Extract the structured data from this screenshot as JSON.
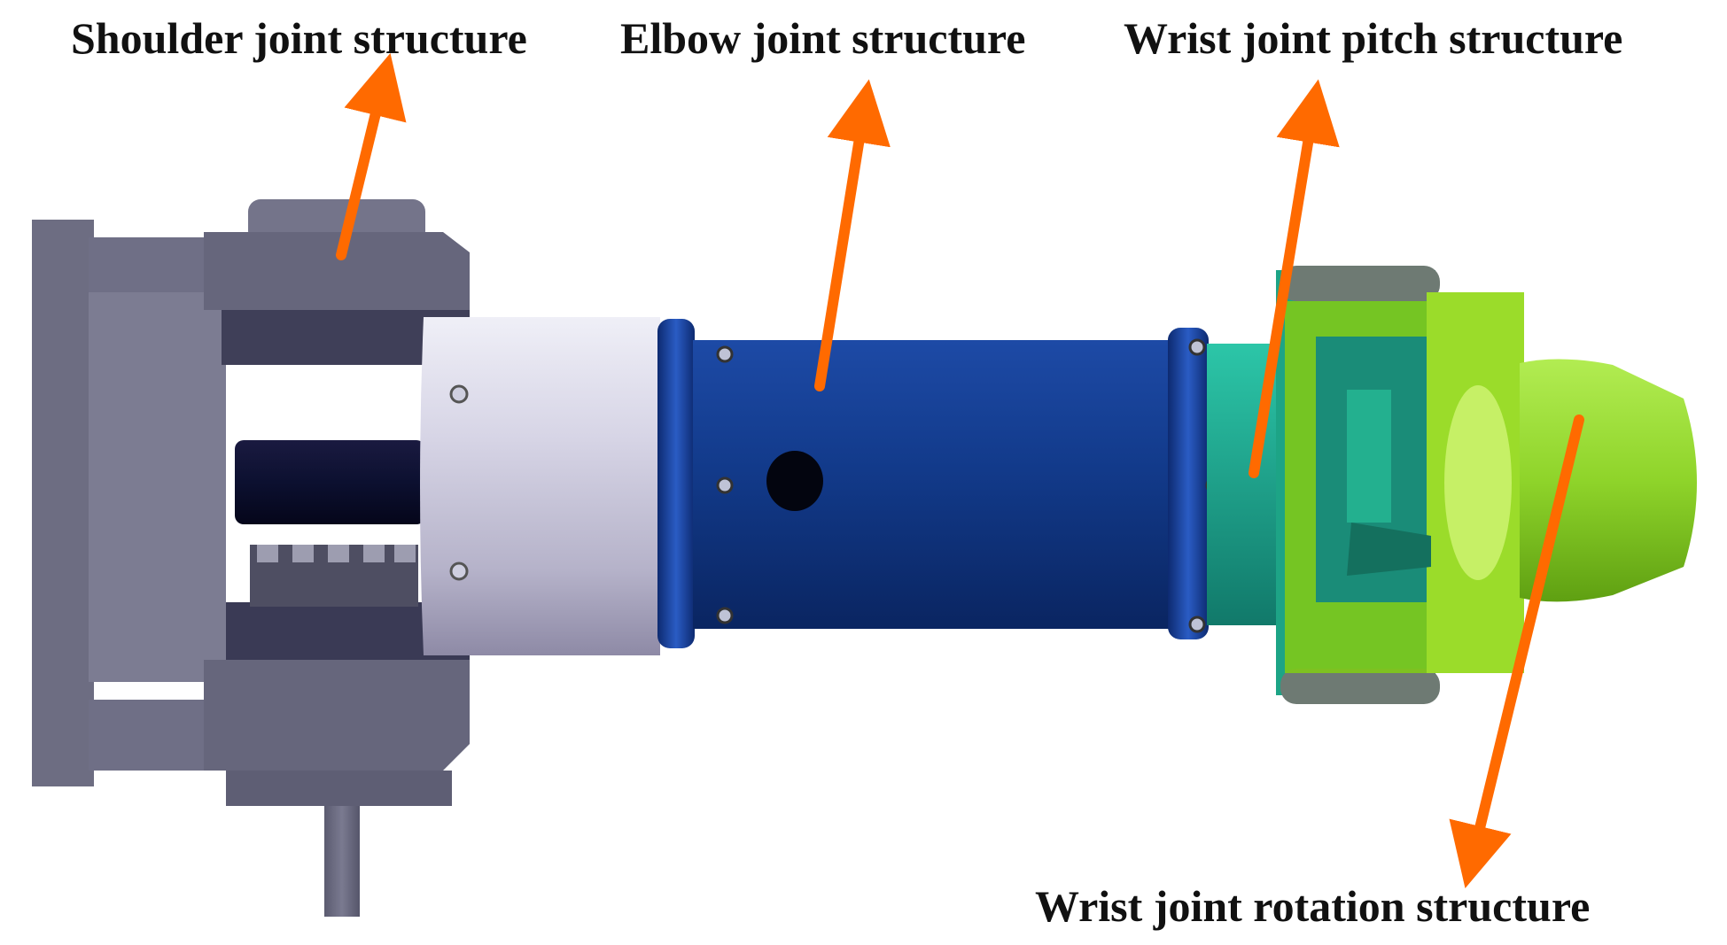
{
  "labels": {
    "shoulder": "Shoulder joint structure",
    "elbow": "Elbow joint structure",
    "wrist_pitch": "Wrist joint pitch structure",
    "wrist_rotation": "Wrist joint rotation structure"
  },
  "colors": {
    "arrow": "#ff6a00",
    "shoulder_body": "#6b6b80",
    "upper_arm_silver": "#c8c6d6",
    "elbow_blue": "#14357e",
    "wrist_teal": "#1f9a82",
    "wrist_green": "#8fd000",
    "rotation_cone": "#8cd62a"
  }
}
